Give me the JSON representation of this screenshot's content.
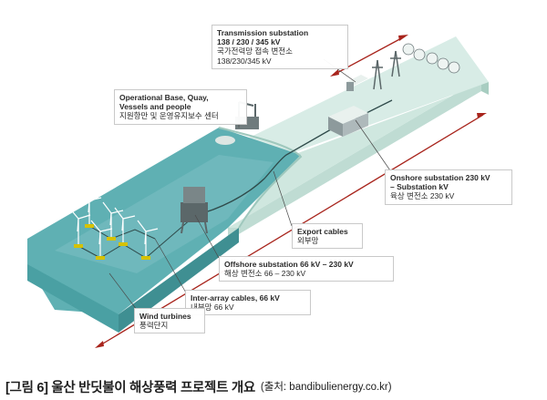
{
  "colors": {
    "land_top": "#cfe7df",
    "land_side": "#a8cdc1",
    "land_front": "#bfdcd3",
    "sea_top": "#5fb0b3",
    "sea_side": "#3f8f92",
    "sea_front": "#4aa0a3",
    "accent_arrow": "#a8241c",
    "foundation": "#d6c200",
    "structure": "#5b6769",
    "cable": "#2f4a4a"
  },
  "labels": {
    "transmission": {
      "title_line1": "Transmission substation",
      "title_line2": "138 / 230 / 345 kV",
      "ko_line1": "국가전력망 접속 변전소",
      "ko_line2": "138/230/345 kV"
    },
    "operational": {
      "title_line1": "Operational Base, Quay,",
      "title_line2": "Vessels and people",
      "ko": "지원항만 및 운영유지보수 센터"
    },
    "onshore": {
      "title_line1": "Onshore substation 230 kV",
      "title_line2": "– Substation kV",
      "ko": "육상 변전소 230 kV"
    },
    "export": {
      "title": "Export cables",
      "ko": "외부망"
    },
    "offshore": {
      "title": "Offshore substation 66 kV – 230 kV",
      "ko": "해상 변전소 66 – 230 kV"
    },
    "interarray": {
      "title": "Inter-array cables, 66 kV",
      "ko": "내부망 66 kV"
    },
    "wind": {
      "title": "Wind turbines",
      "ko": "풍력단지"
    }
  },
  "caption": {
    "main": "[그림 6] 울산 반딧불이 해상풍력 프로젝트 개요",
    "source": "(출처: bandibulienergy.co.kr)"
  }
}
